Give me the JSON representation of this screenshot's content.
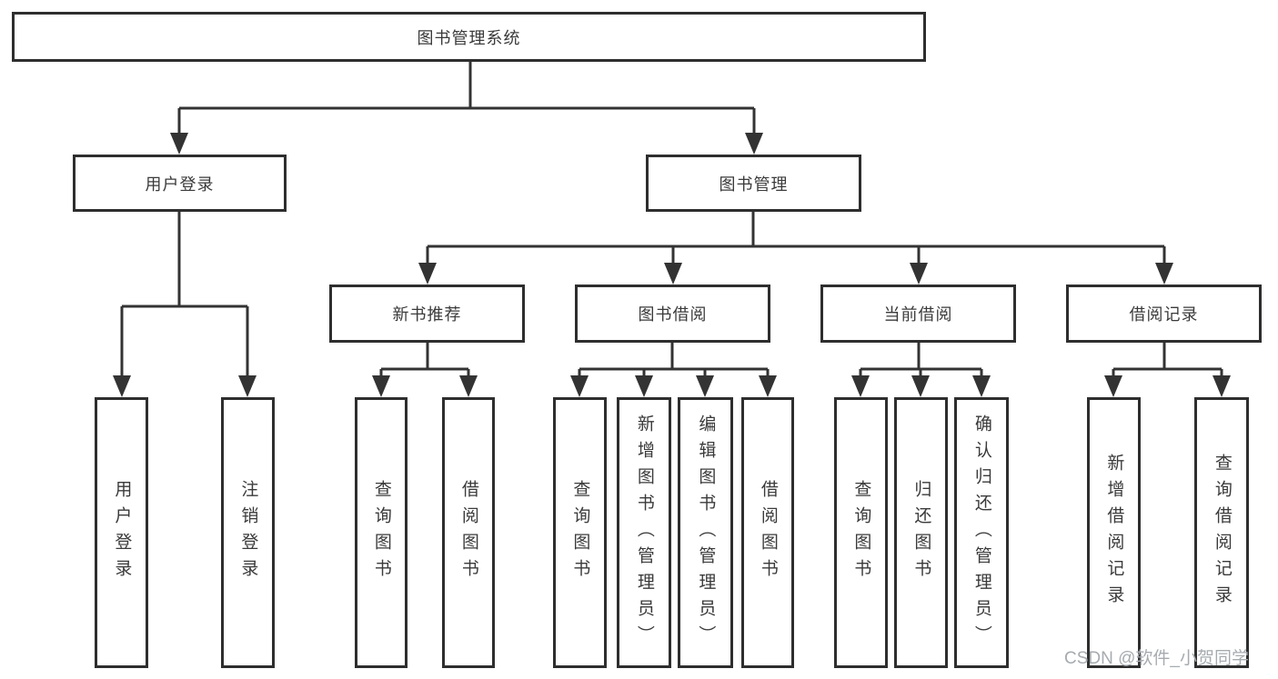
{
  "diagram": {
    "type": "hierarchy-tree",
    "tree": {
      "label": "图书管理系统",
      "children": [
        {
          "label": "用户登录",
          "children": [
            {
              "label": "用户登录"
            },
            {
              "label": "注销登录"
            }
          ]
        },
        {
          "label": "图书管理",
          "children": [
            {
              "label": "新书推荐",
              "children": [
                {
                  "label": "查询图书"
                },
                {
                  "label": "借阅图书"
                }
              ]
            },
            {
              "label": "图书借阅",
              "children": [
                {
                  "label": "查询图书"
                },
                {
                  "label": "新增图书（管理员）"
                },
                {
                  "label": "编辑图书（管理员）"
                },
                {
                  "label": "借阅图书"
                }
              ]
            },
            {
              "label": "当前借阅",
              "children": [
                {
                  "label": "查询图书"
                },
                {
                  "label": "归还图书"
                },
                {
                  "label": "确认归还（管理员）"
                }
              ]
            },
            {
              "label": "借阅记录",
              "children": [
                {
                  "label": "新增借阅记录"
                },
                {
                  "label": "查询借阅记录"
                }
              ]
            }
          ]
        }
      ]
    },
    "colors": {
      "line": "#333333",
      "box_border": "#2e2e2e",
      "box_background": "#ffffff",
      "text": "#3a3a3a",
      "watermark": "#a6abb0",
      "background": "#ffffff"
    }
  },
  "watermark": {
    "text": "CSDN @软件_小贺同学"
  }
}
